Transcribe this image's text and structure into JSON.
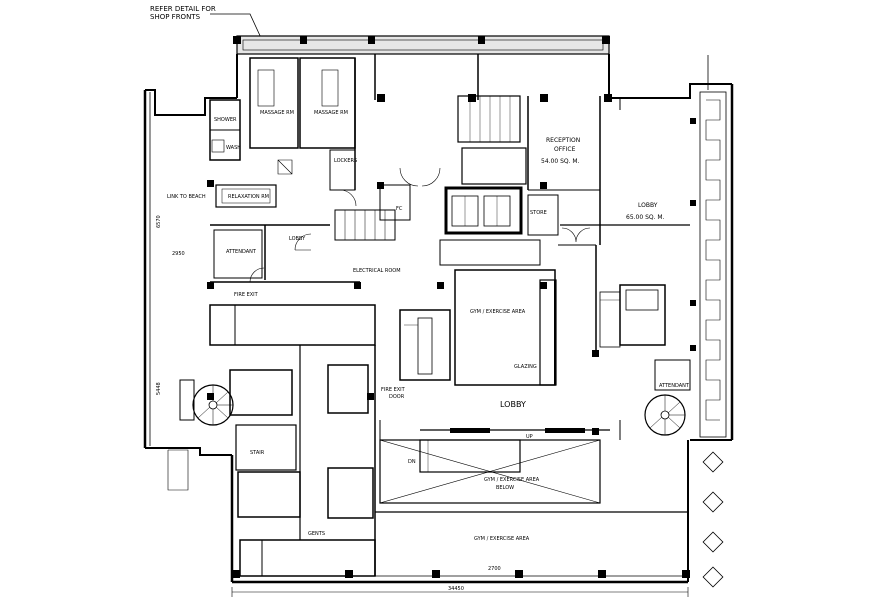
{
  "note": {
    "line1": "REFER DETAIL FOR",
    "line2": "SHOP FRONTS"
  },
  "rooms": {
    "shower": "SHOWER",
    "wash": "WASH",
    "massage_rm_1": "MASSAGE RM",
    "massage_rm_2": "MASSAGE RM",
    "lockers": "LOCKERS",
    "relaxation_rm": "RELAXATION RM",
    "link_to_beach": "LINK TO BEACH",
    "attendant_left": "ATTENDANT",
    "lobby_left": "LOBBY",
    "electrical_room": "ELECTRICAL ROOM",
    "fire_exit_left": "FIRE EXIT",
    "fc": "FC",
    "store": "STORE",
    "reception_office": "RECEPTION",
    "reception_office_2": "OFFICE",
    "reception_area": "54.00 SQ. M.",
    "lobby_right": "LOBBY",
    "lobby_right_area": "65.00 SQ. M.",
    "gym_upper": "GYM / EXERCISE AREA",
    "glazing": "GLAZING",
    "fire_exit_door_1": "FIRE EXIT",
    "fire_exit_door_2": "DOOR",
    "attendant_right": "ATTENDANT",
    "lobby_center": "LOBBY",
    "stair": "STAIR",
    "up": "UP",
    "dn": "DN",
    "gym_below_1": "GYM / EXERCISE AREA",
    "gym_below_2": "BELOW",
    "gym_lower": "GYM / EXERCISE AREA",
    "gents": "GENTS"
  },
  "dimensions": {
    "total_width": "34450",
    "d_5448": "5448",
    "d_2950": "2950",
    "d_6570": "6570",
    "d_2700": "2700"
  }
}
